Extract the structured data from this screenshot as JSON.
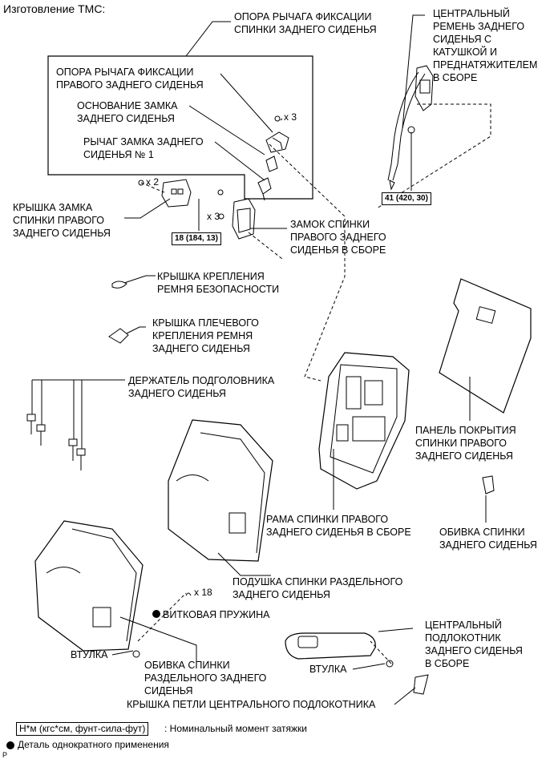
{
  "header": "Изготовление TMC:",
  "labels": {
    "lever_support": "ОПОРА РЫЧАГА ФИКСАЦИИ\nСПИНКИ ЗАДНЕГО СИДЕНЬЯ",
    "central_belt": "ЦЕНТРАЛЬНЫЙ\nРЕМЕНЬ ЗАДНЕГО\nСИДЕНЬЯ С\nКАТУШКОЙ И\nПРЕДНАТЯЖИТЕЛЕМ\nВ СБОРЕ",
    "right_lever_support": "ОПОРА РЫЧАГА ФИКСАЦИИ\nПРАВОГО ЗАДНЕГО СИДЕНЬЯ",
    "lock_base": "ОСНОВАНИЕ ЗАМКА\nЗАДНЕГО СИДЕНЬЯ",
    "lock_lever": "РЫЧАГ ЗАМКА ЗАДНЕГО\nСИДЕНЬЯ № 1",
    "lock_cover": "КРЫШКА ЗАМКА\nСПИНКИ ПРАВОГО\nЗАДНЕГО СИДЕНЬЯ",
    "lock_assy": "ЗАМОК СПИНКИ\nПРАВОГО ЗАДНЕГО\nСИДЕНЬЯ В СБОРЕ",
    "belt_cover": "КРЫШКА КРЕПЛЕНИЯ\nРЕМНЯ БЕЗОПАСНОСТИ",
    "shoulder_cover": "КРЫШКА ПЛЕЧЕВОГО\nКРЕПЛЕНИЯ РЕМНЯ\nЗАДНЕГО СИДЕНЬЯ",
    "headrest_holder": "ДЕРЖАТЕЛЬ ПОДГОЛОВНИКА\nЗАДНЕГО СИДЕНЬЯ",
    "board_panel": "ПАНЕЛЬ ПОКРЫТИЯ\nСПИНКИ ПРАВОГО\nЗАДНЕГО СИДЕНЬЯ",
    "frame": "РАМА СПИНКИ ПРАВОГО\nЗАДНЕГО СИДЕНЬЯ В СБОРЕ",
    "cover_small": "ОБИВКА СПИНКИ\nЗАДНЕГО СИДЕНЬЯ",
    "pad": "ПОДУШКА СПИНКИ РАЗДЕЛЬНОГО\nЗАДНЕГО СИДЕНЬЯ",
    "hog_ring": "ВИТКОВАЯ ПРУЖИНА",
    "center_armrest": "ЦЕНТРАЛЬНЫЙ\nПОДЛОКОТНИК\nЗАДНЕГО СИДЕНЬЯ\nВ СБОРЕ",
    "bushing_left": "ВТУЛКА",
    "seat_cover": "ОБИВКА СПИНКИ\nРАЗДЕЛЬНОГО ЗАДНЕГО\nСИДЕНЬЯ",
    "bushing_right": "ВТУЛКА",
    "hinge_cover": "КРЫШКА ПЕТЛИ ЦЕНТРАЛЬНОГО ПОДЛОКОТНИКА"
  },
  "torques": {
    "belt": "41 (420, 30)",
    "lock": "18 (184, 13)"
  },
  "quantities": {
    "q1": "x 3",
    "q2": "x 2",
    "q3": "x 3",
    "q4": "x 18"
  },
  "legend": {
    "torque_box": "Н*м (кгс*см, фунт-сила-фут)",
    "torque_text": ": Номинальный момент затяжки",
    "one_time": "Деталь однократного применения"
  },
  "corner": "P"
}
